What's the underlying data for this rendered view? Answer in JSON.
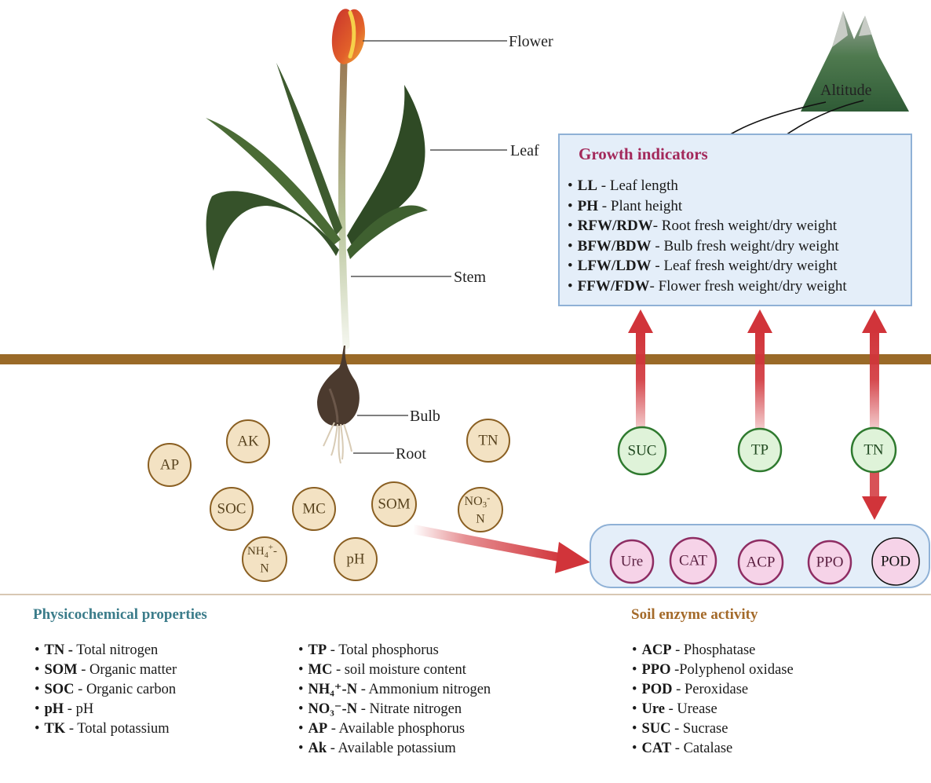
{
  "plant_labels": {
    "flower": "Flower",
    "leaf": "Leaf",
    "stem": "Stem",
    "bulb": "Bulb",
    "root": "Root"
  },
  "altitude_label": "Altitude",
  "growth_indicators": {
    "title": "Growth indicators",
    "items": [
      {
        "abbr": "LL",
        "sep": " - ",
        "desc": "Leaf length"
      },
      {
        "abbr": "PH",
        "sep": " - ",
        "desc": "Plant height"
      },
      {
        "abbr": "RFW/RDW",
        "sep": "- ",
        "desc": "Root fresh weight/dry weight"
      },
      {
        "abbr": "BFW/BDW",
        "sep": " - ",
        "desc": "Bulb fresh weight/dry weight"
      },
      {
        "abbr": "LFW/LDW",
        "sep": " - ",
        "desc": "Leaf fresh weight/dry weight"
      },
      {
        "abbr": "FFW/FDW",
        "sep": "- ",
        "desc": "Flower fresh weight/dry weight"
      }
    ]
  },
  "soil_nodes": {
    "ap": "AP",
    "ak": "AK",
    "soc": "SOC",
    "mc": "MC",
    "som": "SOM",
    "tn": "TN",
    "ph": "pH",
    "no3_main": "NO",
    "no3_sub": "3",
    "no3_sup": "-",
    "no3_n": "N",
    "nh4_main": "NH",
    "nh4_sub": "4",
    "nh4_sup": "+",
    "nh4_tail": "-",
    "nh4_n": "N"
  },
  "green_nodes": [
    "SUC",
    "TP",
    "TN"
  ],
  "enzyme_nodes": [
    "Ure",
    "CAT",
    "ACP",
    "PPO",
    "POD"
  ],
  "physicochemical": {
    "title": "Physicochemical properties",
    "col1": [
      {
        "abbr": "TN -",
        "desc": " Total nitrogen"
      },
      {
        "abbr": "SOM",
        "desc": " - Organic matter"
      },
      {
        "abbr": "SOC",
        "desc": " - Organic carbon"
      },
      {
        "abbr": "pH",
        "desc": " - pH"
      },
      {
        "abbr": "TK",
        "desc": " - Total potassium"
      }
    ],
    "col2": [
      {
        "abbr": "TP",
        "desc": " - Total phosphorus"
      },
      {
        "abbr": "MC",
        "desc": " - soil moisture content"
      },
      {
        "abbr": "NH₄⁺-N",
        "desc": " - Ammonium nitrogen"
      },
      {
        "abbr": "NO₃⁻-N",
        "desc": " - Nitrate nitrogen"
      },
      {
        "abbr": "AP",
        "desc": " - Available phosphorus"
      },
      {
        "abbr": "Ak",
        "desc": " - Available potassium"
      }
    ]
  },
  "soil_enzyme": {
    "title": "Soil enzyme activity",
    "items": [
      {
        "abbr": "ACP",
        "desc": " - Phosphatase"
      },
      {
        "abbr": "PPO",
        "desc": " -Polyphenol oxidase"
      },
      {
        "abbr": "POD",
        "desc": " - Peroxidase"
      },
      {
        "abbr": "Ure",
        "desc": " - Urease"
      },
      {
        "abbr": "SUC",
        "desc": " - Sucrase"
      },
      {
        "abbr": "CAT",
        "desc": " - Catalase"
      }
    ]
  },
  "colors": {
    "soil_line": "#9a6a28",
    "soil_circle_fill": "#f3e2c3",
    "soil_circle_stroke": "#8a5f22",
    "green_fill": "#dff3d9",
    "green_stroke": "#2f7a2f",
    "pink_fill": "#f6d3e8",
    "pink_stroke": "#8e2d63",
    "arrow_red": "#d1343a",
    "phys_title": "#3b7c8a",
    "enzyme_title": "#a46a2a",
    "growth_title": "#a3295b"
  }
}
